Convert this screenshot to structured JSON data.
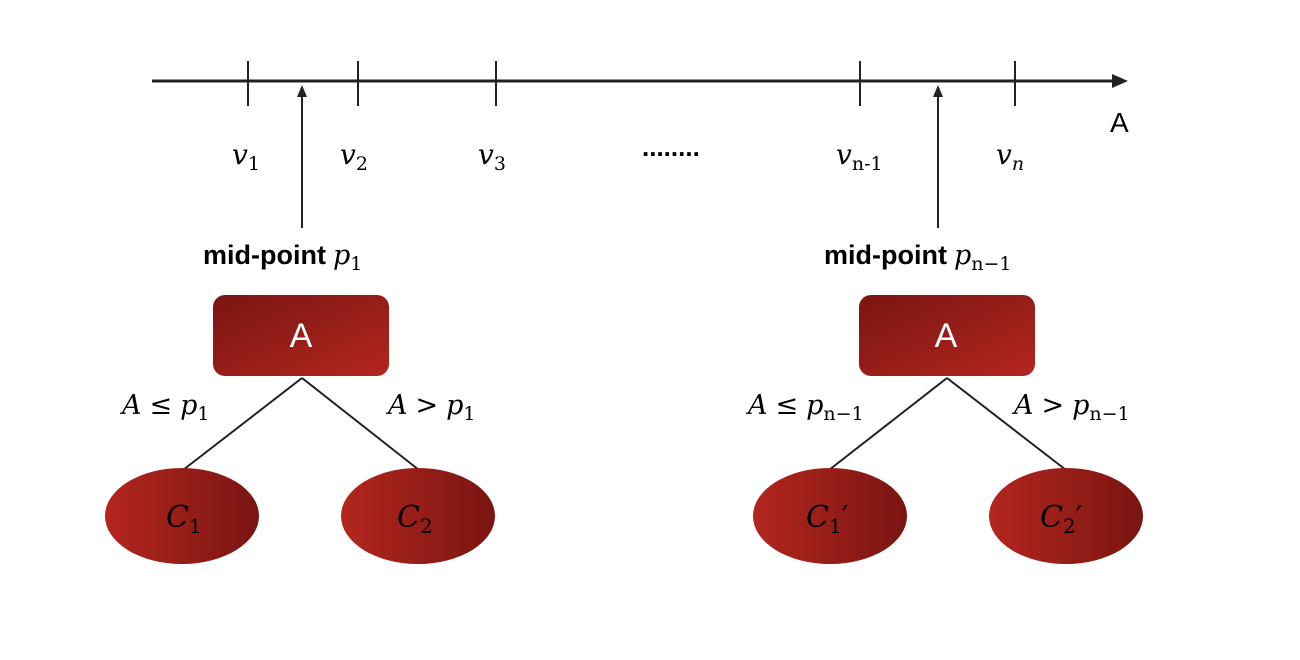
{
  "axis": {
    "label": "A",
    "ticks": [
      {
        "base": "v",
        "sub": "1"
      },
      {
        "base": "v",
        "sub": "2"
      },
      {
        "base": "v",
        "sub": "3"
      },
      {
        "base": "v",
        "sub": "n-1"
      },
      {
        "base": "v",
        "sub": "n"
      }
    ],
    "ellipsis": "........"
  },
  "left_tree": {
    "midpoint_prefix": "mid-point",
    "midpoint_var": "p",
    "midpoint_sub": "1",
    "node_label": "A",
    "left_condition": {
      "lhs": "A",
      "op": "≤",
      "var": "p",
      "sub": "1"
    },
    "right_condition": {
      "lhs": "A",
      "op": ">",
      "var": "p",
      "sub": "1"
    },
    "left_leaf": {
      "base": "C",
      "sub": "1",
      "prime": ""
    },
    "right_leaf": {
      "base": "C",
      "sub": "2",
      "prime": ""
    }
  },
  "right_tree": {
    "midpoint_prefix": "mid-point",
    "midpoint_var": "p",
    "midpoint_sub": "n−1",
    "node_label": "A",
    "left_condition": {
      "lhs": "A",
      "op": "≤",
      "var": "p",
      "sub": "n−1"
    },
    "right_condition": {
      "lhs": "A",
      "op": ">",
      "var": "p",
      "sub": "n−1"
    },
    "left_leaf": {
      "base": "C",
      "sub": "1",
      "prime": "′"
    },
    "right_leaf": {
      "base": "C",
      "sub": "2",
      "prime": "′"
    }
  },
  "colors": {
    "node_dark": "#7a1512",
    "node_light": "#b3261e",
    "line": "#222222"
  }
}
